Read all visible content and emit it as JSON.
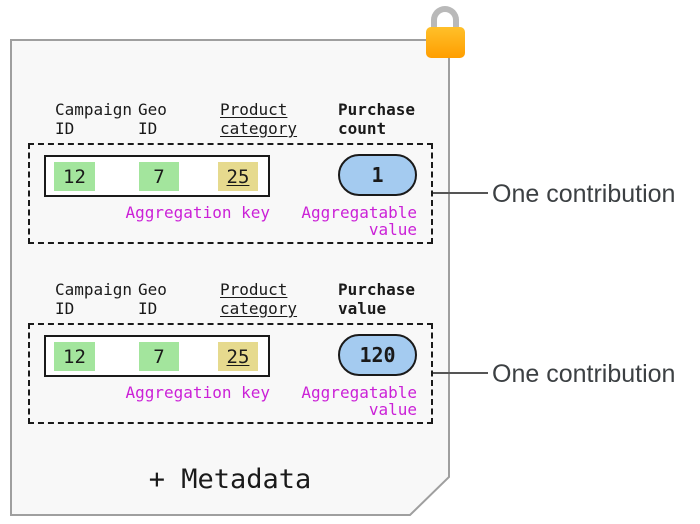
{
  "icons": {
    "lock": "lock-icon"
  },
  "colors": {
    "paper_fill": "#f8f8f8",
    "paper_border": "#9f9f9f",
    "key_cell_green": "#a3e59d",
    "key_cell_khaki": "#e6da8e",
    "value_bubble_blue": "#a4cbf0",
    "label_magenta": "#cb21d7",
    "lock_body_orange": "#ffa702",
    "lock_shackle_gray": "#b9b9b9",
    "connector_line": "#555555"
  },
  "sections": [
    {
      "headers": [
        {
          "text": "Campaign\nID"
        },
        {
          "text": "Geo\nID"
        },
        {
          "text": "Product\ncategory"
        },
        {
          "text": "Purchase\ncount"
        }
      ],
      "cells": [
        {
          "value": "12"
        },
        {
          "value": "7"
        },
        {
          "value": "25"
        }
      ],
      "aggregation_key_label": "Aggregation key",
      "aggregatable_value_label": "Aggregatable\nvalue",
      "bubble_value": "1",
      "annotation": "One contribution"
    },
    {
      "headers": [
        {
          "text": "Campaign\nID"
        },
        {
          "text": "Geo\nID"
        },
        {
          "text": "Product\ncategory"
        },
        {
          "text": "Purchase\nvalue"
        }
      ],
      "cells": [
        {
          "value": "12"
        },
        {
          "value": "7"
        },
        {
          "value": "25"
        }
      ],
      "aggregation_key_label": "Aggregation key",
      "aggregatable_value_label": "Aggregatable\nvalue",
      "bubble_value": "120",
      "annotation": "One contribution"
    }
  ],
  "metadata_label": "+ Metadata"
}
